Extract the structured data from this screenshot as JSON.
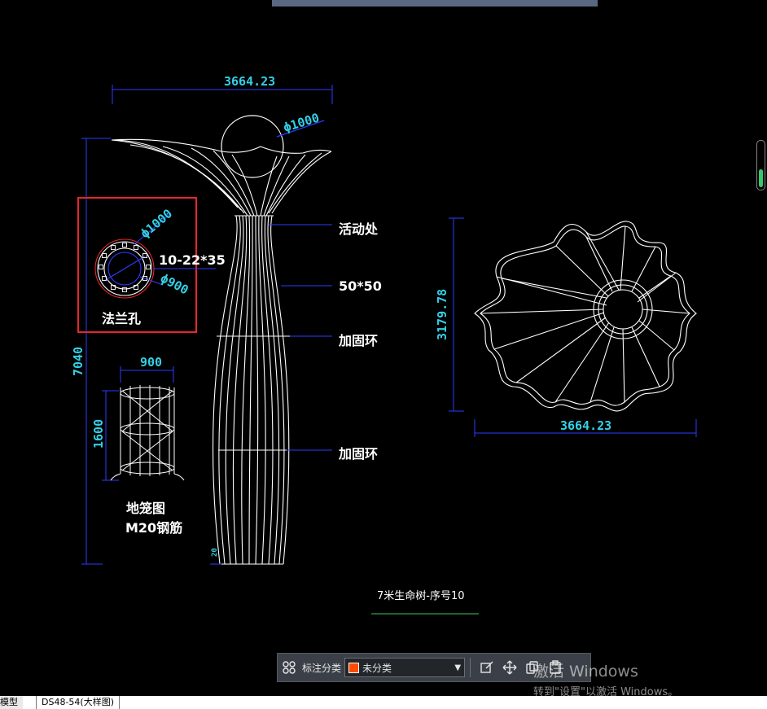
{
  "canvas": {
    "background": "#000000",
    "dim_color": "#33d0e6",
    "line_color": "#ffffff",
    "leader_color": "#2c3cff",
    "highlight_color": "#e8262c"
  },
  "drawing": {
    "top_width_dim": "3664.23",
    "sphere_dim": "ϕ1000",
    "height_dim": "7040",
    "base_dim": "20",
    "callouts": {
      "joint": "活动处",
      "tube": "50*50",
      "ring1": "加固环",
      "ring2": "加固环"
    },
    "flange": {
      "outer_dim": "ϕ1000",
      "bolt_spec": "10-22*35",
      "inner_dim": "ϕ900",
      "label": "法兰孔"
    },
    "cage": {
      "width_dim": "900",
      "height_dim": "1600",
      "label": "地笼图",
      "material": "M20钢筋"
    },
    "plan": {
      "width_dim": "3664.23",
      "height_dim": "3179.78"
    },
    "title": "7米生命树-序号10"
  },
  "toolbar": {
    "label": "标注分类",
    "selected_category": "未分类",
    "swatch_color": "#ff4a00"
  },
  "watermark": {
    "line1": "激活 Windows",
    "line2": "转到\"设置\"以激活 Windows。"
  },
  "tabs": {
    "model": "模型",
    "layout": "DS48-54(大样图)"
  }
}
